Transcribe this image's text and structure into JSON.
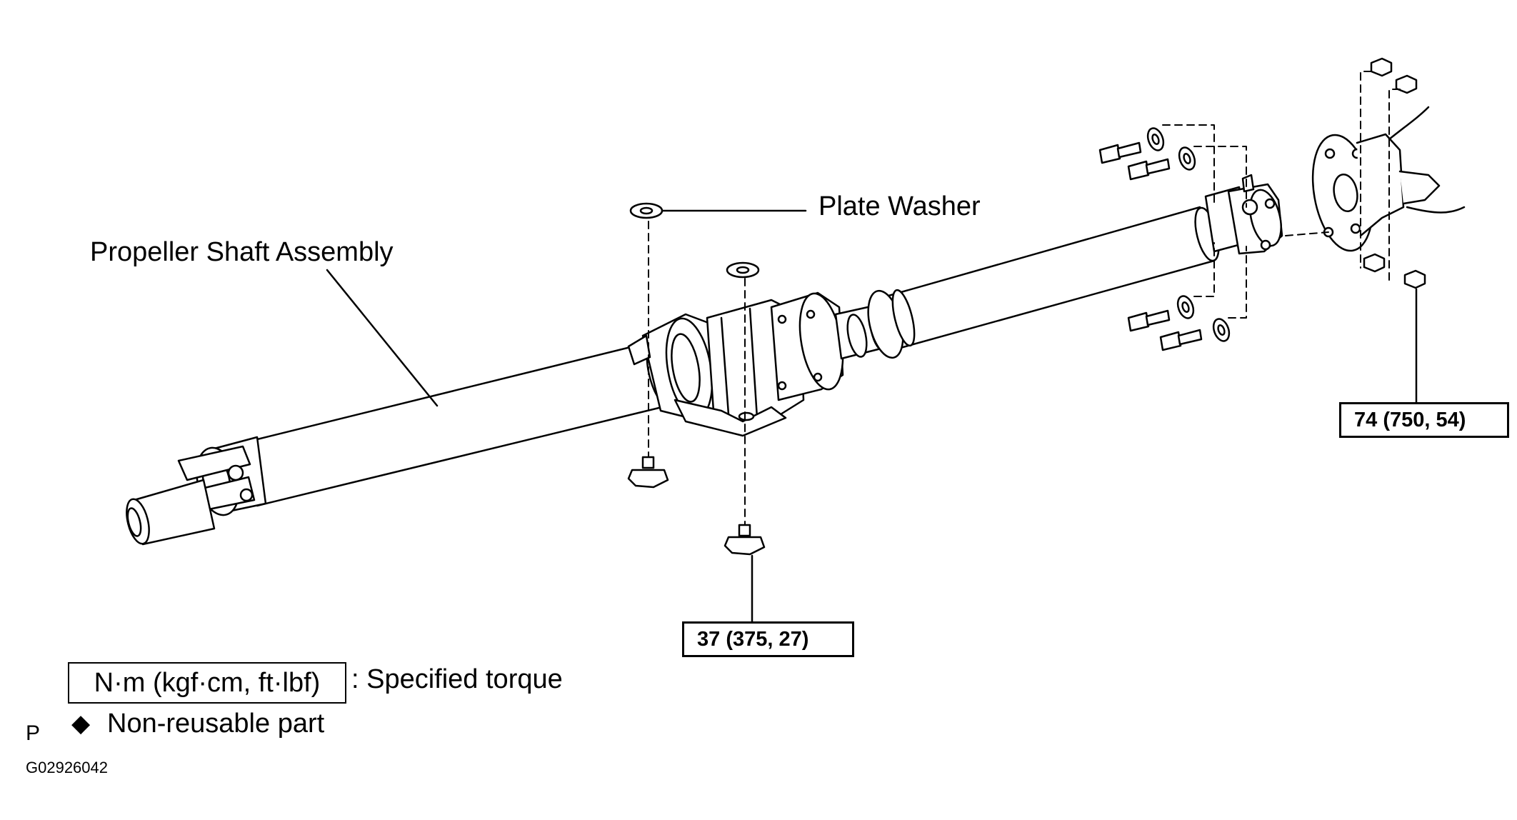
{
  "labels": {
    "propeller_shaft": "Propeller Shaft Assembly",
    "plate_washer": "Plate Washer"
  },
  "torques": {
    "center_bearing": "37 (375, 27)",
    "flange_nut": "74 (750, 54)"
  },
  "legend": {
    "unit": "N·m (kgf·cm, ft·lbf)",
    "unit_desc": ": Specified torque",
    "nonreusable_symbol": "◆",
    "nonreusable_desc": "Non-reusable part",
    "p_mark": "P"
  },
  "figure_id": "G02926042"
}
